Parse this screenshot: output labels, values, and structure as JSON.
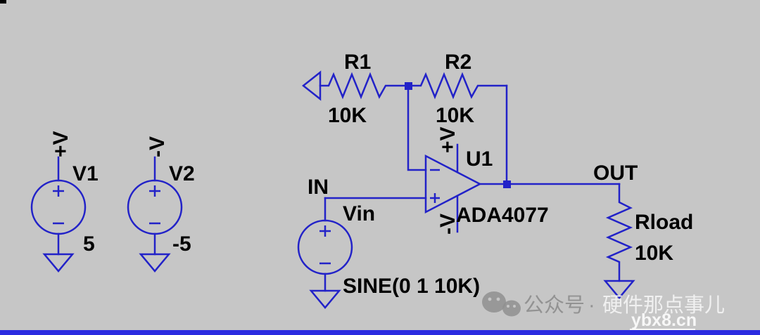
{
  "colors": {
    "background": "#c6c6c6",
    "wire_blue": "#2222c8",
    "label_black": "#000000",
    "junction_blue": "#2222c8",
    "bottom_strip_blue": "#2b2be0",
    "watermark_gray": "#8f8f8f",
    "watermark_white": "#f2f2f2"
  },
  "components": {
    "v1": {
      "name": "V1",
      "value": "5",
      "net_label": "+V"
    },
    "v2": {
      "name": "V2",
      "value": "-5",
      "net_label": "-V"
    },
    "vin": {
      "name": "Vin",
      "value": "SINE(0 1 10K)"
    },
    "r1": {
      "name": "R1",
      "value": "10K"
    },
    "r2": {
      "name": "R2",
      "value": "10K"
    },
    "rload": {
      "name": "Rload",
      "value": "10K"
    },
    "opamp": {
      "designator": "U1",
      "part": "ADA4077",
      "vplus": "+V",
      "vminus": "-V"
    }
  },
  "nets": {
    "input": "IN",
    "output": "OUT"
  },
  "watermark": {
    "account_prefix": "公众号",
    "separator": "·",
    "account_name": "硬件那点事儿",
    "site": "ybx8.cn"
  }
}
